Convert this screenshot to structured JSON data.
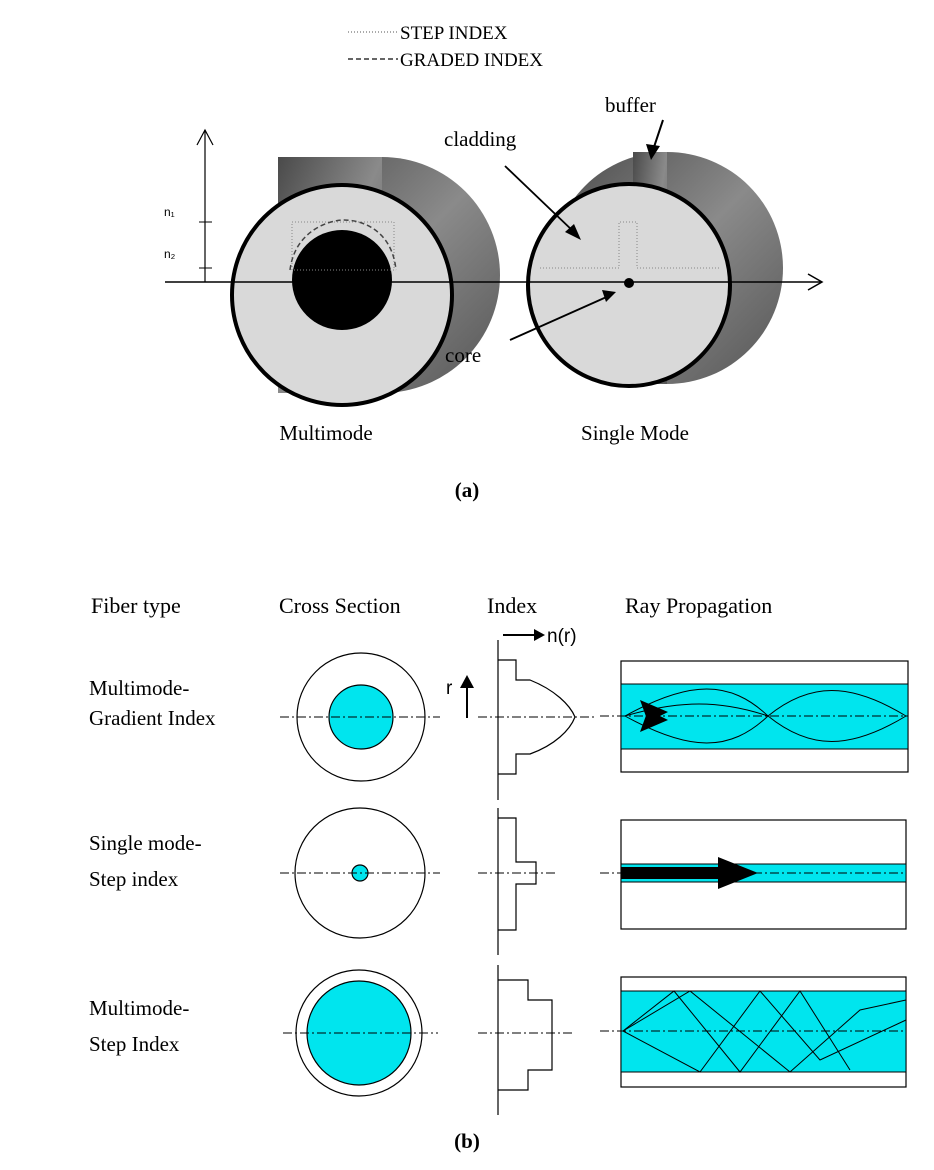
{
  "legend": {
    "step_index": "STEP INDEX",
    "graded_index": "GRADED INDEX"
  },
  "part_a": {
    "labels": {
      "buffer": "buffer",
      "cladding": "cladding",
      "core": "core",
      "n1": "n₁",
      "n2": "n₂"
    },
    "multimode": "Multimode",
    "single_mode": "Single Mode",
    "caption": "(a)"
  },
  "part_b": {
    "headers": {
      "fiber_type": "Fiber type",
      "cross_section": "Cross Section",
      "index": "Index",
      "ray_propagation": "Ray Propagation"
    },
    "axis": {
      "n_of_r": "n(r)",
      "r": "r"
    },
    "rows": [
      {
        "line1": "Multimode-",
        "line2": "Gradient Index"
      },
      {
        "line1": "Single mode-",
        "line2": "Step index"
      },
      {
        "line1": "Multimode-",
        "line2": "Step Index"
      }
    ],
    "caption": "(b)"
  },
  "colors": {
    "core_fill": "#00e5ee",
    "cladding_fill": "#d9d9d9",
    "buffer_fill": "#6e6e6e"
  }
}
